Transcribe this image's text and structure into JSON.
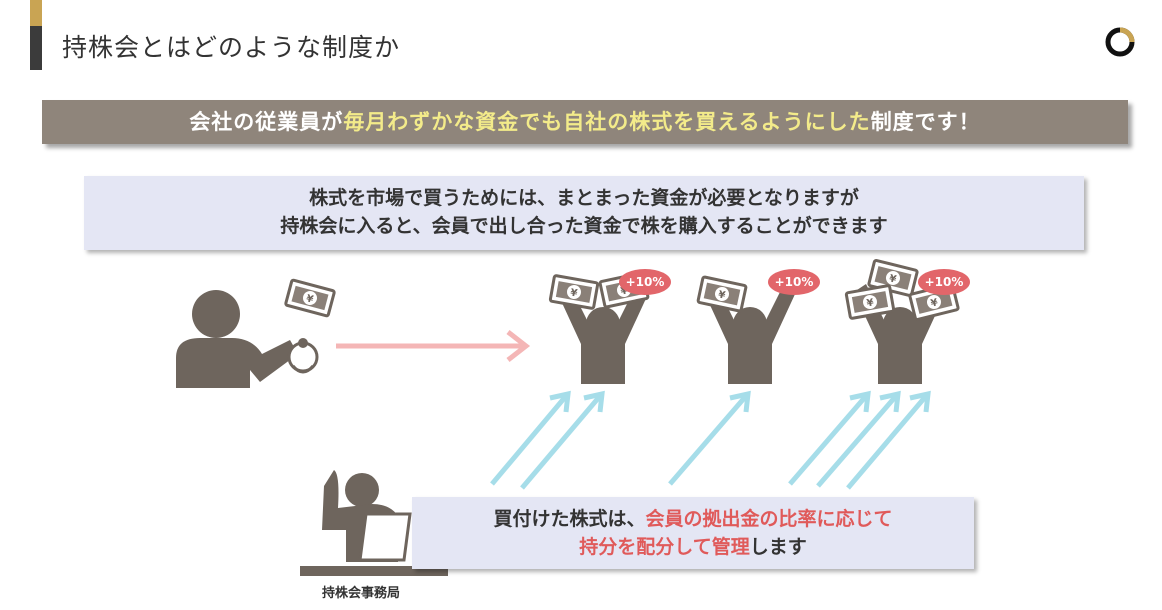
{
  "header": {
    "title": "持株会とはどのような制度か",
    "accent_color": "#c9a453",
    "dark_color": "#3b3b3b"
  },
  "banner": {
    "part1": "会社の従業員が",
    "highlight": "毎月わずかな資金でも自社の株式を買えるようにした",
    "part2": "制度です！"
  },
  "info_box": {
    "line1": "株式を市場で買うためには、まとまった資金が必要となりますが",
    "line2": "持株会に入ると、会員で出し合った資金で株を購入することができます"
  },
  "members": [
    {
      "badge": "+10%"
    },
    {
      "badge": "+10%"
    },
    {
      "badge": "+10%"
    }
  ],
  "management_box": {
    "line1_part1": "買付けた株式は、",
    "line1_red": "会員の拠出金の比率に応じて",
    "line2_red": "持分を配分して管理",
    "line2_part2": "します"
  },
  "office": {
    "label": "持株会事務局"
  },
  "colors": {
    "figure": "#6e655d",
    "arrow_pink": "#f4b6b6",
    "arrow_cyan": "#a6dde9",
    "badge": "#e2666a"
  }
}
